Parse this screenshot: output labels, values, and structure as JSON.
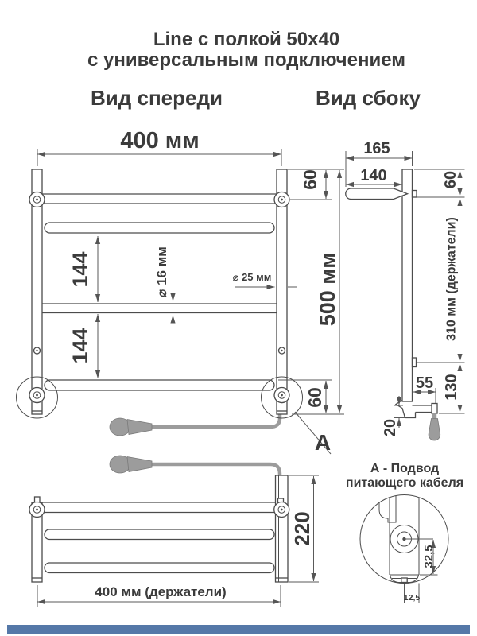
{
  "title": {
    "line1": "Line с полкой 50х40",
    "line2": "с универсальным подключением"
  },
  "front_view": {
    "label": "Вид спереди",
    "width": "400 мм",
    "height": "500 мм",
    "top_offset": "60",
    "rung_gap_1": "144",
    "rung_gap_2": "144",
    "bottom_offset": "60",
    "tube_diameter": "⌀ 16 мм",
    "post_diameter": "⌀ 25 мм",
    "detail_marker": "А"
  },
  "side_view": {
    "label": "Вид сбоку",
    "total_depth": "165",
    "shelf_depth": "140",
    "top_offset": "60",
    "holder_span": "310 мм (держатели)",
    "lower_span": "130",
    "outlet_depth": "55",
    "foot_height": "20"
  },
  "shelf_view": {
    "height": "220",
    "holder_width": "400 мм (держатели)"
  },
  "detail_a": {
    "title_line1": "А - Подвод",
    "title_line2": "питающего кабеля",
    "center_offset": "32,5",
    "cable_offset": "12,5"
  },
  "colors": {
    "accent_bar": "#5578a8",
    "ink": "#3b3b3b",
    "line": "#4c4c4c",
    "cable": "#9c9c9c"
  }
}
